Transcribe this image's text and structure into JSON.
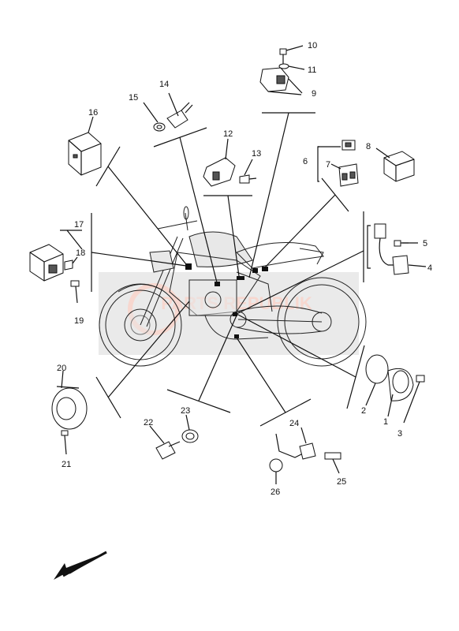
{
  "diagram": {
    "callouts": [
      "1",
      "2",
      "3",
      "4",
      "5",
      "6",
      "7",
      "8",
      "9",
      "10",
      "11",
      "12",
      "13",
      "14",
      "15",
      "16",
      "17",
      "18",
      "19",
      "20",
      "21",
      "22",
      "23",
      "24",
      "25",
      "26"
    ],
    "watermark": {
      "text": "PARTS REPUBLIK",
      "color": "#f2b8a8"
    },
    "direction_arrow": "front-direction-arrow",
    "colors": {
      "line": "#111111",
      "fill": "#ffffff",
      "watermark_band": "#d9d9d9"
    }
  }
}
